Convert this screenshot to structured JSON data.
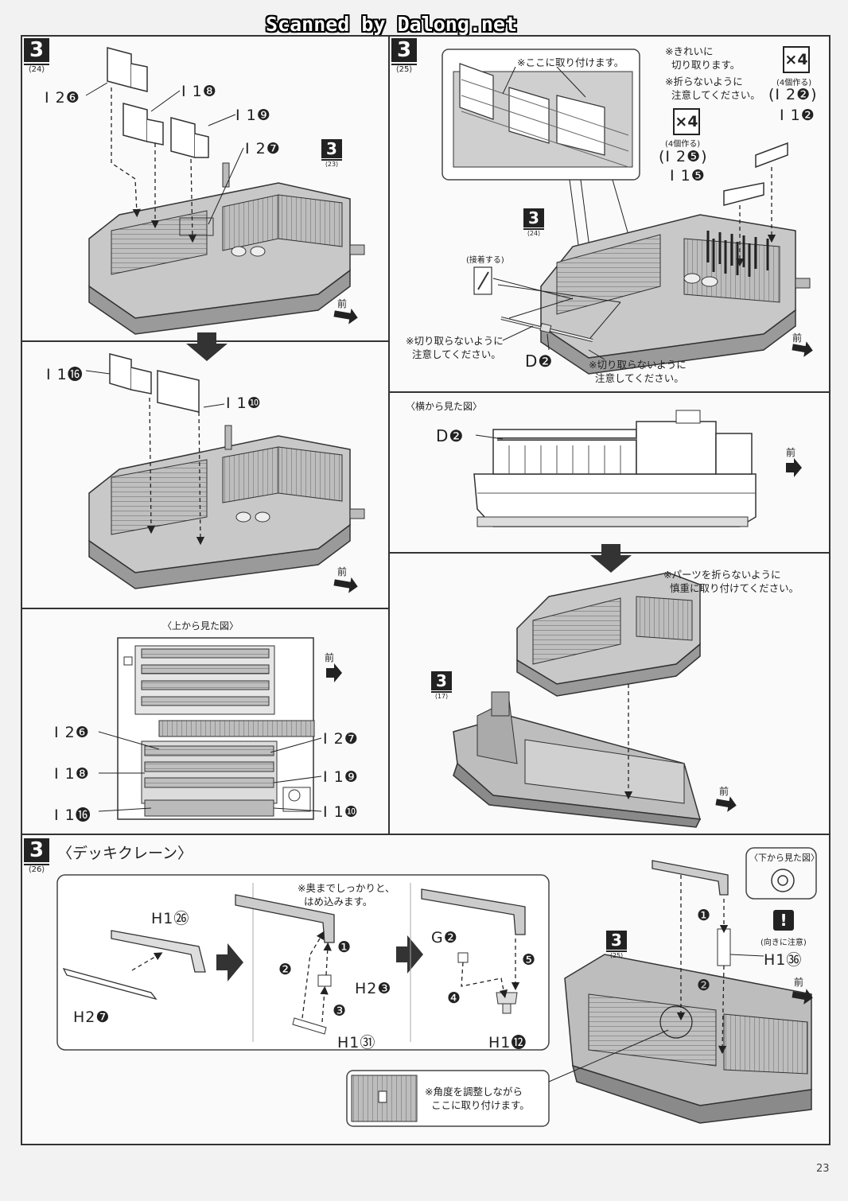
{
  "watermark": "Scanned by Dalong.net",
  "page_number": "23",
  "front_label": "前",
  "panel_a": {
    "step": "3",
    "sub": "⟨24⟩",
    "parts": [
      "I 2❻",
      "I 1❽",
      "I 1❾",
      "I 2❼"
    ],
    "ref_step": "3",
    "ref_sub": "⟨23⟩"
  },
  "panel_b": {
    "parts": [
      "I 1⓰",
      "I 1❿"
    ]
  },
  "panel_c": {
    "title": "〈上から見た図〉",
    "labels_left": [
      "I 2❻",
      "I 1❽",
      "I 1⓰"
    ],
    "labels_right": [
      "I 2❼",
      "I 1❾",
      "I 1❿"
    ]
  },
  "panel_d": {
    "step": "3",
    "sub": "⟨25⟩",
    "inset_note": "※ここに取り付けます。",
    "note_clean": "※きれいに\n  切り取ります。",
    "note_nofold": "※折らないように\n  注意してください。",
    "x4_a": "×4",
    "x4_a_sub": "(4個作る)",
    "x4_a_part": "(I 2❷)",
    "x4_a_part2": "I 1❷",
    "x4_b": "×4",
    "x4_b_sub": "(4個作る)",
    "x4_b_part": "(I 2❺)",
    "x4_b_part2": "I 1❺",
    "ref_step": "3",
    "ref_sub": "⟨24⟩",
    "glue": "(接着する)",
    "note_nocut_left": "※切り取らないように\n  注意してください。",
    "note_nocut_right": "※切り取らないように\n  注意してください。",
    "part_d": "D❷"
  },
  "panel_e": {
    "title": "〈横から見た図〉",
    "part_d": "D❷"
  },
  "panel_f": {
    "note": "※パーツを折らないように\n  慎重に取り付けてください。",
    "ref_step": "3",
    "ref_sub": "⟨17⟩"
  },
  "panel_g": {
    "step": "3",
    "sub": "⟨26⟩",
    "title": "〈デッキクレーン〉",
    "h1_26": "H1㉖",
    "h2_7": "H2❼",
    "note_firm": "※奥までしっかりと、\n  はめ込みます。",
    "h2_3": "H2❸",
    "h1_31": "H1㉛",
    "g2": "G❷",
    "h1_12": "H1⓬",
    "from_below": "〈下から見た図〉",
    "caution": "!",
    "caution_text": "(向きに注意)",
    "h1_36": "H1㊱",
    "ref_step": "3",
    "ref_sub": "⟨25⟩",
    "note_angle": "※角度を調整しながら\n  ここに取り付けます。",
    "steps": [
      "❶",
      "❷",
      "❸",
      "❹",
      "❺"
    ]
  }
}
